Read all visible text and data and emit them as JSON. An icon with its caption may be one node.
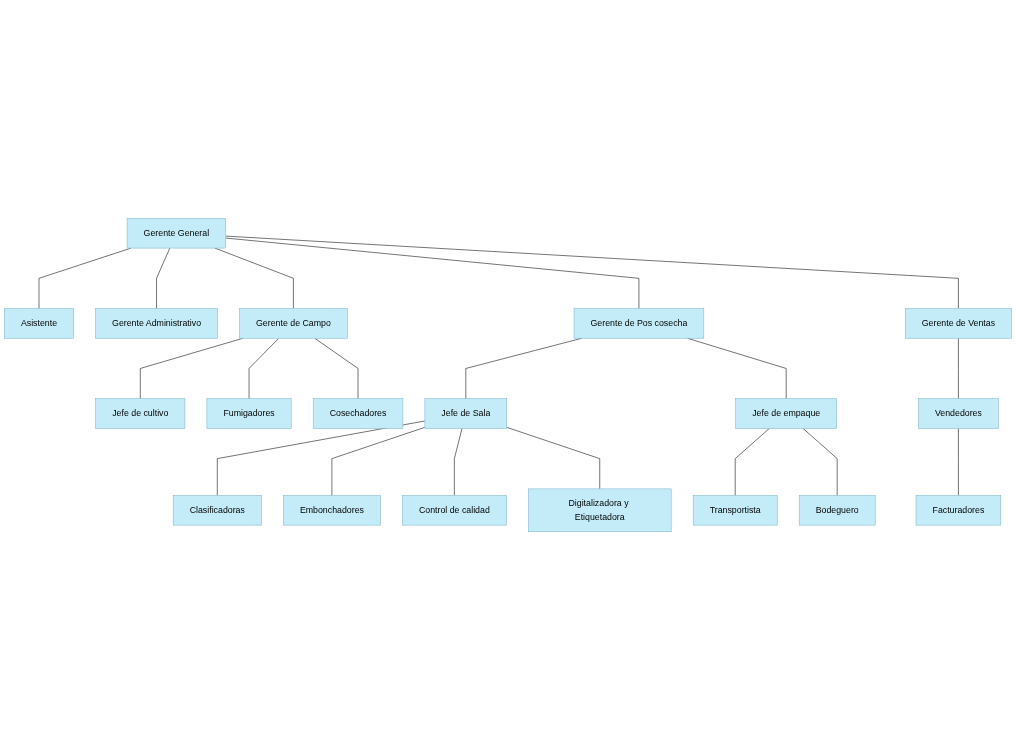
{
  "diagram": {
    "nodes": [
      {
        "text": [
          "Gerente General"
        ]
      },
      {
        "text": [
          "Asistente"
        ]
      },
      {
        "text": [
          "Gerente Administrativo"
        ]
      },
      {
        "text": [
          "Gerente de Campo"
        ]
      },
      {
        "text": [
          "Gerente de Pos cosecha"
        ]
      },
      {
        "text": [
          "Gerente de Ventas"
        ]
      },
      {
        "text": [
          "Jefe de cultivo"
        ]
      },
      {
        "text": [
          "Fumigadores"
        ]
      },
      {
        "text": [
          "Cosechadores"
        ]
      },
      {
        "text": [
          "Jefe de Sala"
        ]
      },
      {
        "text": [
          "Jefe de empaque"
        ]
      },
      {
        "text": [
          "Clasificadoras"
        ]
      },
      {
        "text": [
          "Embonchadores"
        ]
      },
      {
        "text": [
          "Control de calidad"
        ]
      },
      {
        "text": [
          "Digitalizadora y Etiquetadora"
        ]
      },
      {
        "text": [
          "Transportista"
        ]
      },
      {
        "text": [
          "Bodeguero"
        ]
      },
      {
        "text": [
          "Vendedores"
        ]
      },
      {
        "text": [
          "Facturadores"
        ]
      }
    ],
    "edges": [
      {
        "from": 0,
        "to": 1,
        "arrow": "none"
      },
      {
        "from": 0,
        "to": 2,
        "arrow": "none"
      },
      {
        "from": 0,
        "to": 3,
        "arrow": "none"
      },
      {
        "from": 0,
        "to": 4,
        "arrow": "none"
      },
      {
        "from": 0,
        "to": 5,
        "arrow": "none"
      },
      {
        "from": 3,
        "to": 6,
        "arrow": "none"
      },
      {
        "from": 3,
        "to": 7,
        "arrow": "none"
      },
      {
        "from": 3,
        "to": 8,
        "arrow": "none"
      },
      {
        "from": 4,
        "to": 9,
        "arrow": "none"
      },
      {
        "from": 4,
        "to": 10,
        "arrow": "none"
      },
      {
        "from": 9,
        "to": 11,
        "arrow": "none"
      },
      {
        "from": 9,
        "to": 12,
        "arrow": "none"
      },
      {
        "from": 9,
        "to": 13,
        "arrow": "none"
      },
      {
        "from": 9,
        "to": 14,
        "arrow": "none"
      },
      {
        "from": 10,
        "to": 15,
        "arrow": "none"
      },
      {
        "from": 10,
        "to": 16,
        "arrow": "none"
      },
      {
        "from": 5,
        "to": 17,
        "arrow": "none"
      },
      {
        "from": 17,
        "to": 18,
        "arrow": "none"
      }
    ]
  }
}
